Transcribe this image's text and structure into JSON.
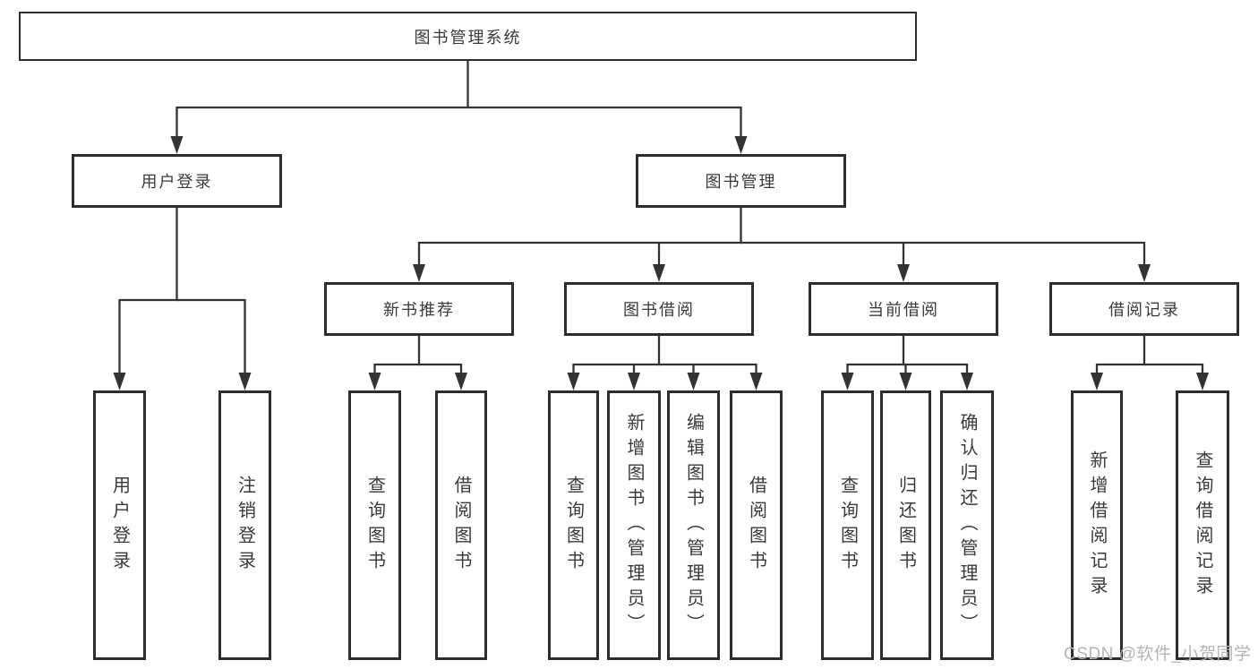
{
  "diagram": {
    "root": "图书管理系统",
    "level2": [
      {
        "id": "user-login",
        "label": "用户登录"
      },
      {
        "id": "book-management",
        "label": "图书管理"
      }
    ],
    "level3": [
      {
        "id": "new-book-recommend",
        "label": "新书推荐",
        "parent": "图书管理"
      },
      {
        "id": "book-borrow",
        "label": "图书借阅",
        "parent": "图书管理"
      },
      {
        "id": "current-borrow",
        "label": "当前借阅",
        "parent": "图书管理"
      },
      {
        "id": "borrow-records",
        "label": "借阅记录",
        "parent": "图书管理"
      }
    ],
    "leaves": [
      {
        "parent": "用户登录",
        "label": "用户登录"
      },
      {
        "parent": "用户登录",
        "label": "注销登录"
      },
      {
        "parent": "新书推荐",
        "label": "查询图书"
      },
      {
        "parent": "新书推荐",
        "label": "借阅图书"
      },
      {
        "parent": "图书借阅",
        "label": "查询图书"
      },
      {
        "parent": "图书借阅",
        "label": "新增图书（管理员）"
      },
      {
        "parent": "图书借阅",
        "label": "编辑图书（管理员）"
      },
      {
        "parent": "图书借阅",
        "label": "借阅图书"
      },
      {
        "parent": "当前借阅",
        "label": "查询图书"
      },
      {
        "parent": "当前借阅",
        "label": "归还图书"
      },
      {
        "parent": "当前借阅",
        "label": "确认归还（管理员）"
      },
      {
        "parent": "借阅记录",
        "label": "新增借阅记录"
      },
      {
        "parent": "借阅记录",
        "label": "查询借阅记录"
      }
    ]
  },
  "watermark": "CSDN @软件_小贺同学",
  "colors": {
    "line": "#333333",
    "box_border": "#2d2d2d",
    "text": "#3a3a3a",
    "watermark": "#b4b4b4",
    "background": "#ffffff"
  }
}
